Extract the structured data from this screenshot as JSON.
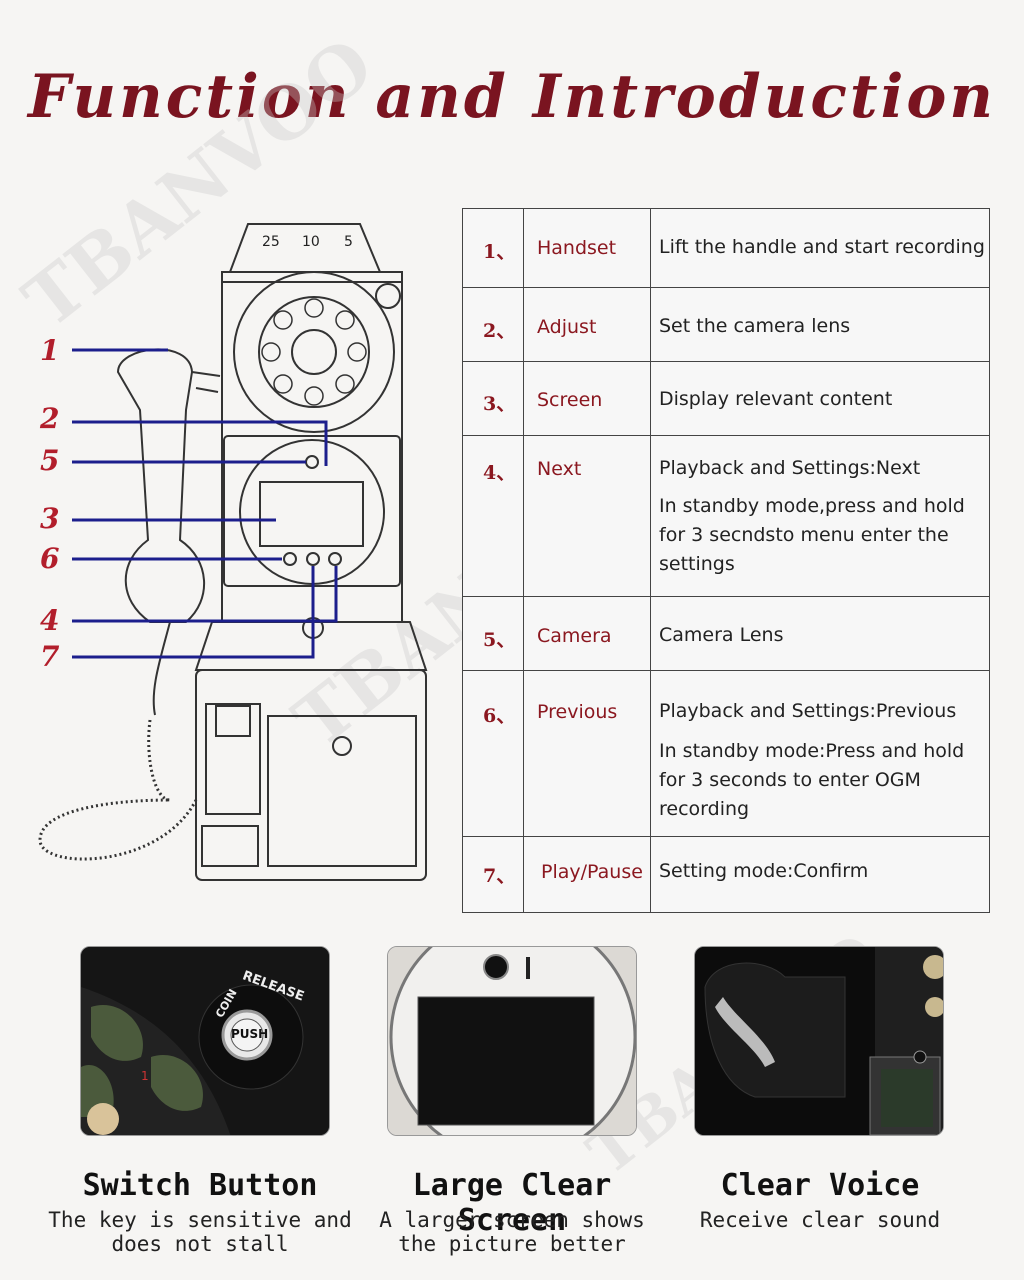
{
  "header": {
    "title": "Function and Introduction"
  },
  "watermark": "TBANVOO",
  "diagram": {
    "coin_slots": [
      "25",
      "10",
      "5"
    ],
    "callouts": [
      "1",
      "2",
      "5",
      "3",
      "6",
      "4",
      "7"
    ]
  },
  "table": {
    "rows": [
      {
        "num": "1、",
        "name": "Handset",
        "desc": "Lift the handle and start recording",
        "desc2": ""
      },
      {
        "num": "2、",
        "name": "Adjust",
        "desc": "Set the camera lens",
        "desc2": ""
      },
      {
        "num": "3、",
        "name": "Screen",
        "desc": "Display relevant content",
        "desc2": ""
      },
      {
        "num": "4、",
        "name": "Next",
        "desc": "Playback and Settings:Next",
        "desc2": "In standby mode,press and hold for 3 secndsto menu enter  the settings"
      },
      {
        "num": "5、",
        "name": "Camera",
        "desc": "Camera Lens",
        "desc2": ""
      },
      {
        "num": "6、",
        "name": "Previous",
        "desc": "Playback and Settings:Previous",
        "desc2": "In standby mode:Press and hold for 3 seconds to enter OGM recording"
      },
      {
        "num": "7、",
        "name": "Play/Pause",
        "desc": "Setting mode:Confirm",
        "desc2": ""
      }
    ]
  },
  "features": [
    {
      "title": "Switch Button",
      "desc_line1": "The key is sensitive and",
      "desc_line2": "does not stall",
      "photo_text_top": "RELEASE",
      "photo_text_left": "COIN",
      "photo_text_btn": "PUSH",
      "photo_mark": "1"
    },
    {
      "title": "Large Clear Screen",
      "desc_line1": "A larger screen shows",
      "desc_line2": "the picture better"
    },
    {
      "title": "Clear Voice",
      "desc_line1": "Receive clear sound",
      "desc_line2": ""
    }
  ]
}
